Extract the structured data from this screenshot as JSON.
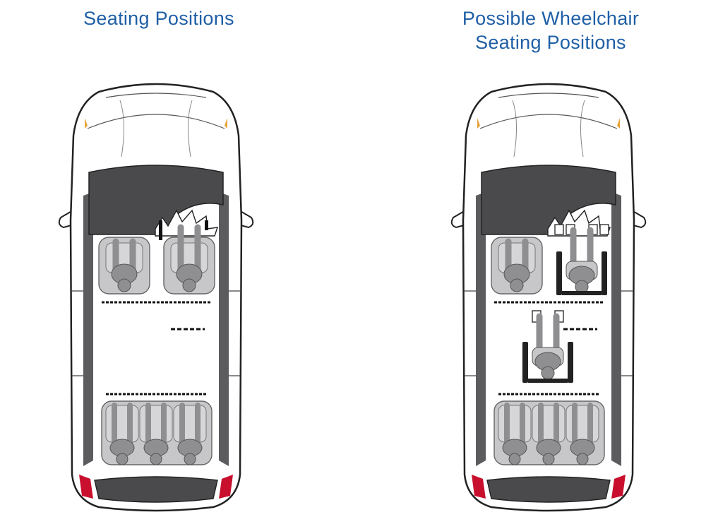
{
  "panels": {
    "left": {
      "title": "Seating Positions"
    },
    "right": {
      "title_line1": "Possible Wheelchair",
      "title_line2": "Seating Positions"
    }
  },
  "colors": {
    "title": "#1f5fa6",
    "body_outline": "#222222",
    "interior_dark": "#5c5c5f",
    "windshield": "#4a4a4d",
    "seat_fill": "#c7c7c9",
    "occupant_fill": "#8f8f92",
    "floor": "#ffffff",
    "taillight": "#c8102e",
    "indicator": "#e8a23a"
  }
}
